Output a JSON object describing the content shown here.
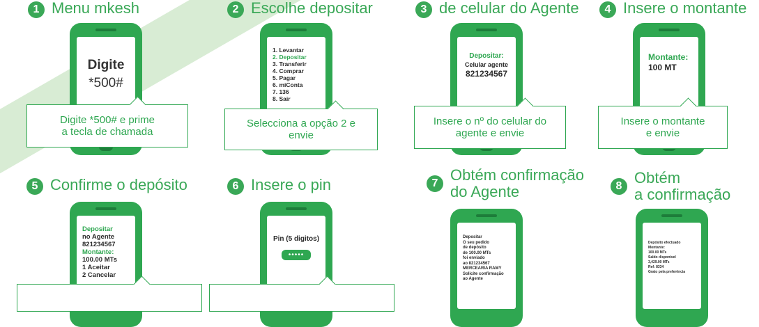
{
  "steps": [
    {
      "num": "1",
      "title": "Menu mkesh",
      "screen": [
        "Digite",
        "*500#"
      ],
      "bubble": [
        "Digite *500# e prime",
        "a tecla de chamada"
      ]
    },
    {
      "num": "2",
      "title": "Escolhe depositar",
      "screen": [
        "1. Levantar",
        "2. Depositar",
        "3. Transferir",
        "4. Comprar",
        "5. Pagar",
        "6. miConta",
        "7. 136",
        "8. Sair"
      ],
      "bubble": [
        "Selecciona a opção 2 e",
        "envie"
      ]
    },
    {
      "num": "3",
      "title": "de celular do Agente",
      "screen": [
        "Depositar:",
        "Celular agente",
        "821234567"
      ],
      "bubble": [
        "Insere o nº do celular do",
        "agente e envie"
      ]
    },
    {
      "num": "4",
      "title": "Insere o montante",
      "screen": [
        "Montante:",
        "100 MT"
      ],
      "bubble": [
        "Insere o montante",
        "e envie"
      ]
    },
    {
      "num": "5",
      "title": "Confirme o depósito",
      "screen": [
        "Depositar",
        "no Agente",
        "821234567",
        "Montante:",
        "100.00 MTs",
        "1 Aceitar",
        "2 Cancelar"
      ]
    },
    {
      "num": "6",
      "title": "Insere o pin",
      "screen": [
        "Pin (5 digitos)",
        "•••••"
      ]
    },
    {
      "num": "7",
      "title": "Obtém confirmação\ndo Agente",
      "screen": [
        "Depositar",
        "O seu pedido",
        "de depósito",
        "de 100.00 MTs",
        "foi enviado",
        "ao 821234567",
        "MERCEARIA RAMY",
        "Solicite confirmação",
        "ao Agente"
      ]
    },
    {
      "num": "8",
      "title": "Obtém\na confirmação",
      "screen": [
        "Depósito efectuado",
        "Montante:",
        "100.00 MTs",
        "Saldo disponível",
        "3,429.00 MTs",
        "Ref: 8334",
        "Grato pela preferência"
      ]
    }
  ],
  "colors": {
    "accent": "#2fa751",
    "band": "#d8ecd4"
  }
}
